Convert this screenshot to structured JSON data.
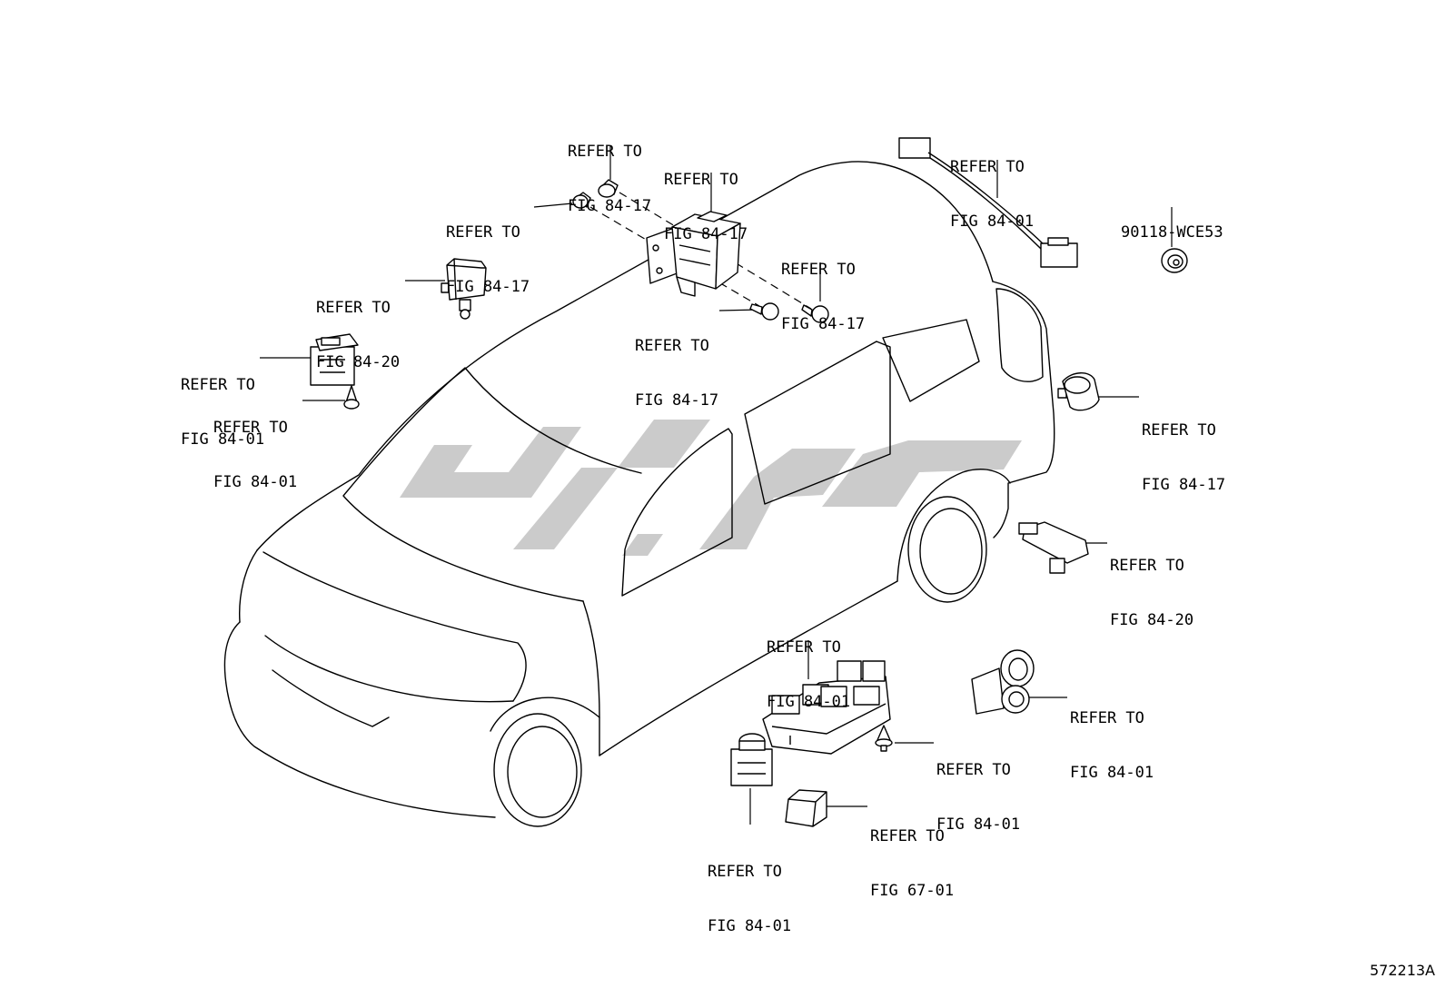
{
  "diagram": {
    "callouts": [
      {
        "line1": "REFER TO",
        "line2": "FIG 84-17"
      },
      {
        "line1": "REFER TO",
        "line2": "FIG 84-17"
      },
      {
        "line1": "REFER TO",
        "line2": "FIG 84-17"
      },
      {
        "line1": "REFER TO",
        "line2": "FIG 84-17"
      },
      {
        "line1": "REFER TO",
        "line2": "FIG 84-20"
      },
      {
        "line1": "REFER TO",
        "line2": "FIG 84-17"
      },
      {
        "line1": "REFER TO",
        "line2": "FIG 84-01"
      },
      {
        "line1": "REFER TO",
        "line2": "FIG 84-01"
      },
      {
        "line1": "REFER TO",
        "line2": "FIG 84-01"
      },
      {
        "line1": "REFER TO",
        "line2": "FIG 84-17"
      },
      {
        "line1": "REFER TO",
        "line2": "FIG 84-20"
      },
      {
        "line1": "REFER TO",
        "line2": "FIG 84-01"
      },
      {
        "line1": "REFER TO",
        "line2": "FIG 84-01"
      },
      {
        "line1": "REFER TO",
        "line2": "FIG 84-01"
      },
      {
        "line1": "REFER TO",
        "line2": "FIG 67-01"
      },
      {
        "line1": "REFER TO",
        "line2": "FIG 84-01"
      }
    ],
    "part_number": "90118-WCE53",
    "drawing_id": "572213A"
  },
  "colors": {
    "line": "#000000",
    "watermark": "#cbcbcb",
    "background": "#ffffff"
  }
}
